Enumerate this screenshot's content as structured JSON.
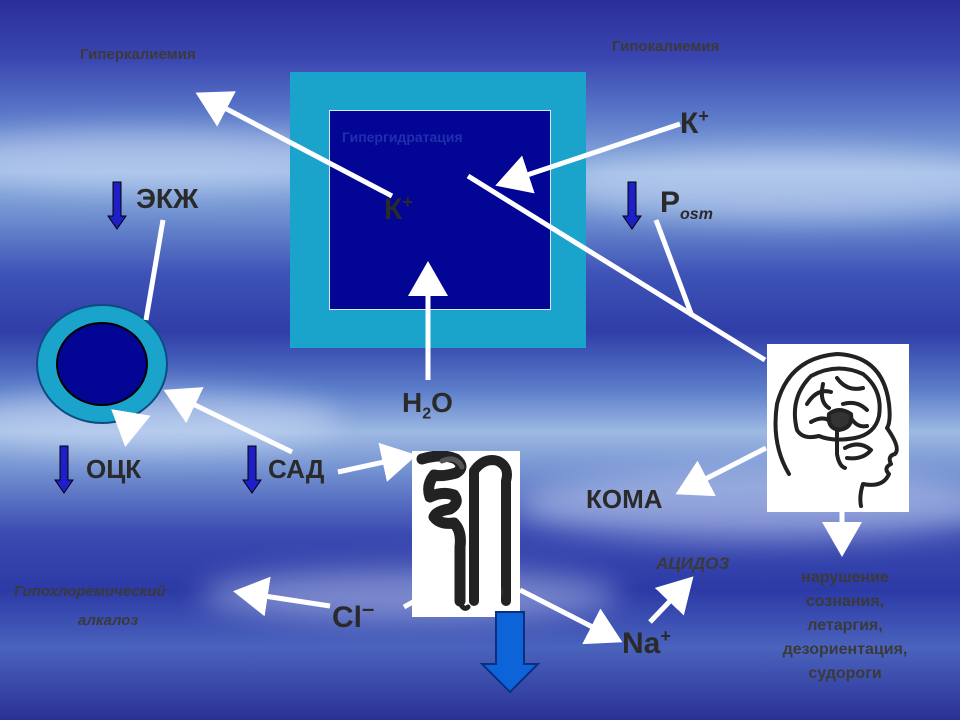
{
  "labels": {
    "hyperkalemia": "Гиперкалиемия",
    "hypokalemia": "Гипокалиемия",
    "hyperhydration": "Гипергидратация",
    "k_top": "К",
    "k_center": "К",
    "k_sup": "+",
    "ekzh": "ЭКЖ",
    "p_main": "P",
    "p_sub": "osm",
    "h2o_h": "H",
    "h2o_sub": "2",
    "h2o_o": "O",
    "ock": "ОЦК",
    "sad": "САД",
    "koma": "КОМА",
    "acidosis": "АЦИДОЗ",
    "hypochloremic_line1": "Гипохлоремический",
    "hypochloremic_line2": "алкалоз",
    "cl": "Cl",
    "cl_sup": "–",
    "na": "Na",
    "na_sup": "+",
    "symptoms": [
      "нарушение",
      "сознания,",
      "летаргия,",
      "дезориентация,",
      "судороги"
    ]
  },
  "colors": {
    "square_outer": "#1aa4cc",
    "square_inner": "#030595",
    "arrow_white": "#ffffff",
    "arrow_blue": "#1f1fc8"
  }
}
